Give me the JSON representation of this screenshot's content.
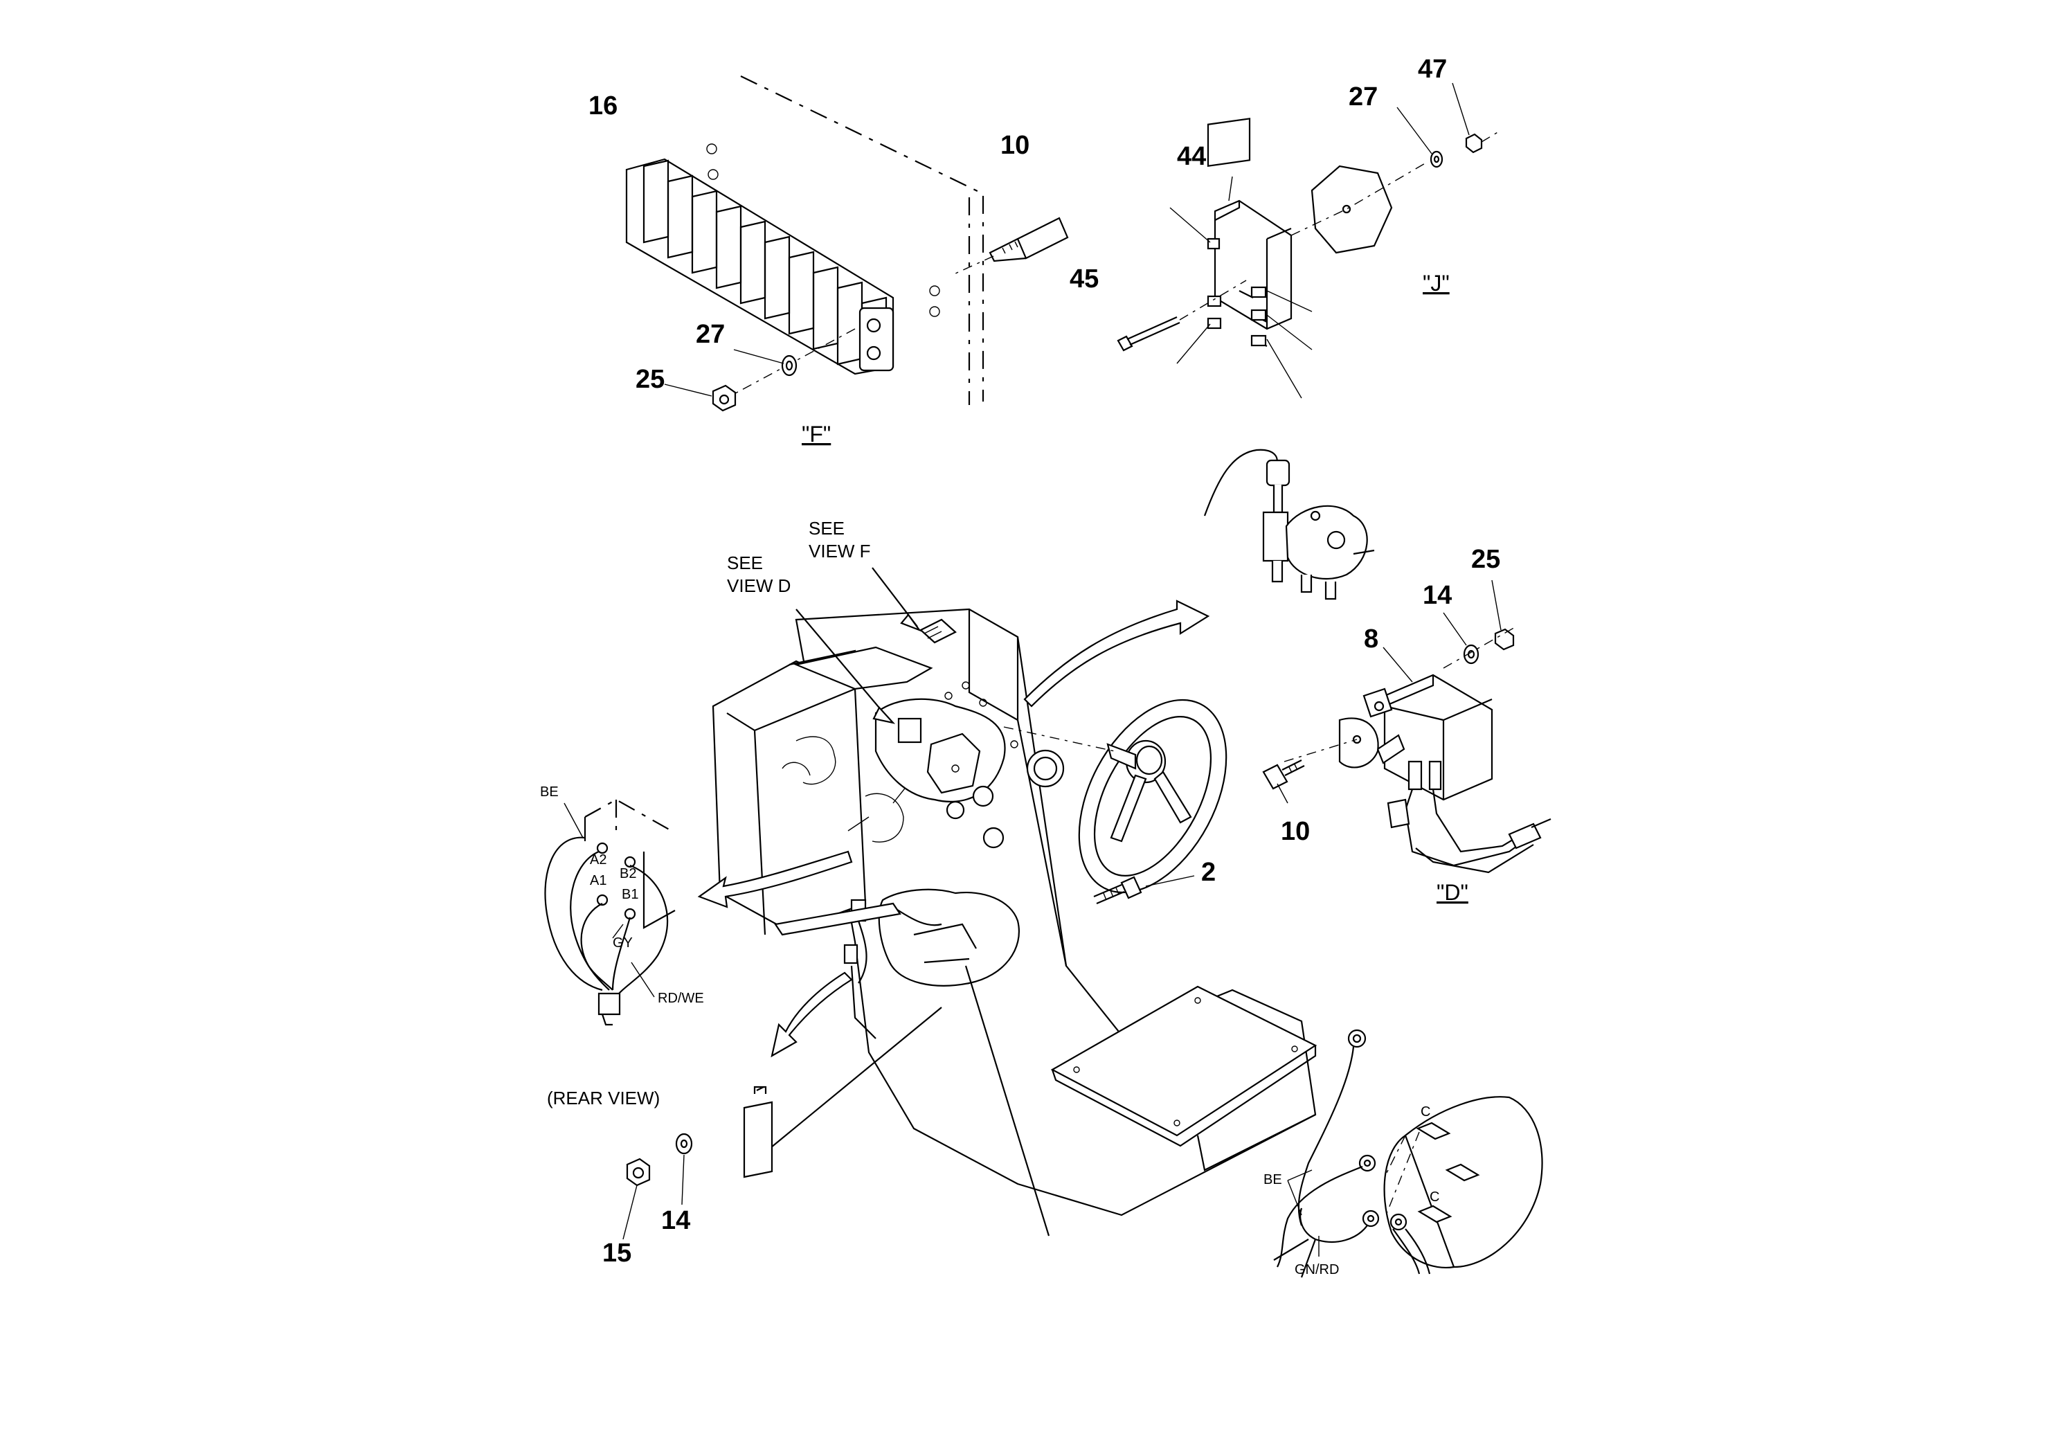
{
  "callouts": {
    "n16": "16",
    "n10a": "10",
    "n27a": "27",
    "n25a": "25",
    "n44": "44",
    "n45": "45",
    "n27b": "27",
    "n47": "47",
    "n8": "8",
    "n14a": "14",
    "n25b": "25",
    "n10b": "10",
    "n2": "2",
    "n15": "15",
    "n14b": "14"
  },
  "view_labels": {
    "f": "\"F\"",
    "j": "\"J\"",
    "d": "\"D\""
  },
  "notes": {
    "see_view_d_line1": "SEE",
    "see_view_d_line2": "VIEW  D",
    "see_view_f_line1": "SEE",
    "see_view_f_line2": "VIEW  F",
    "rear_view": "(REAR VIEW)"
  },
  "wires": {
    "be_rear": "BE",
    "a2": "A2",
    "b2": "B2",
    "a1": "A1",
    "b1": "B1",
    "gy": "GY",
    "rdwe": "RD/WE",
    "be_motor": "BE",
    "gnrd": "GN/RD",
    "c1": "C",
    "c2": "C"
  }
}
